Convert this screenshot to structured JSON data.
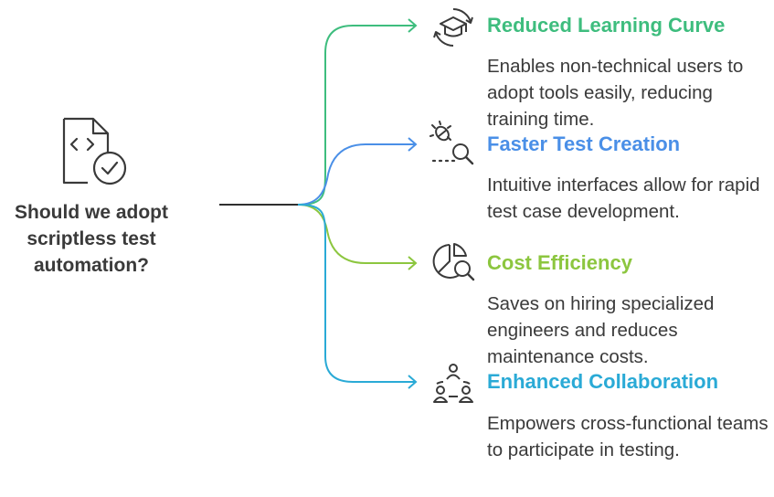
{
  "root": {
    "question": "Should we adopt scriptless test automation?",
    "icon": "code-file-check-icon"
  },
  "colors": {
    "line": "#2f2f2f",
    "icon": "#3a3a3a"
  },
  "branches": [
    {
      "title": "Reduced Learning Curve",
      "description": "Enables non-technical users to adopt tools easily, reducing training time.",
      "color": "#3ebd7e",
      "icon": "graduation-cap-refresh-icon"
    },
    {
      "title": "Faster Test Creation",
      "description": "Intuitive interfaces allow for rapid test case development.",
      "color": "#4a8fe7",
      "icon": "bug-magnifier-icon"
    },
    {
      "title": "Cost Efficiency",
      "description": "Saves on hiring specialized engineers and reduces maintenance costs.",
      "color": "#8cc63f",
      "icon": "pie-chart-magnifier-icon"
    },
    {
      "title": "Enhanced Collaboration",
      "description": "Empowers cross-functional teams to participate in testing.",
      "color": "#2aaad6",
      "icon": "team-network-icon"
    }
  ]
}
